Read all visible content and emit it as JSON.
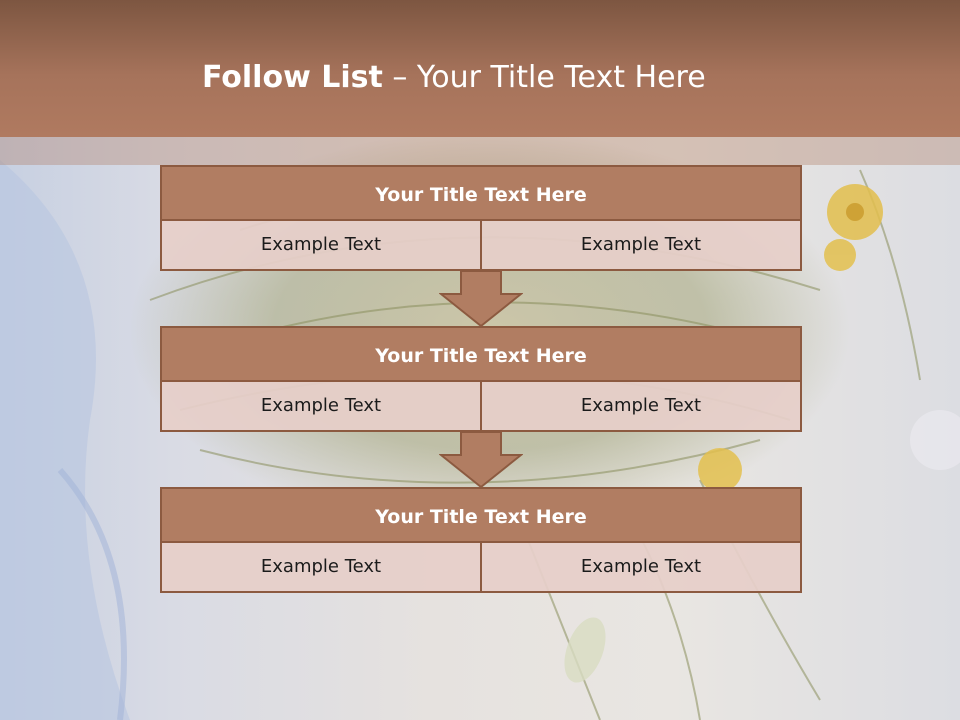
{
  "slide": {
    "title_bold": "Follow List",
    "title_rest": " – Your Title Text Here"
  },
  "blocks": [
    {
      "title": "Your Title Text Here",
      "cells": [
        "Example Text",
        "Example Text"
      ]
    },
    {
      "title": "Your Title Text Here",
      "cells": [
        "Example Text",
        "Example Text"
      ]
    },
    {
      "title": "Your Title Text Here",
      "cells": [
        "Example Text",
        "Example Text"
      ]
    }
  ],
  "colors": {
    "header": "#a6735b",
    "block_title_fill": "#b17d62",
    "block_border": "#8c5a40",
    "cell_fill": "#e6cfc9",
    "arrow_fill": "#b17d62"
  },
  "icons": {
    "connector": "down-arrow-icon",
    "background": "nest-with-flowers-photo"
  }
}
